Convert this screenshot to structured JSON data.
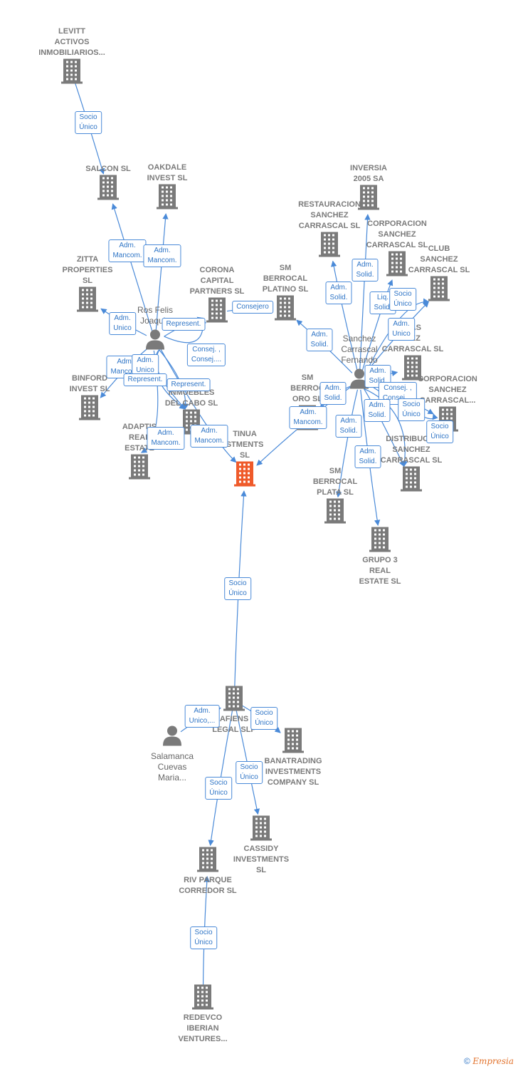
{
  "nodes": [
    {
      "id": "levitt",
      "label": "LEVITT\nACTIVOS\nINMOBILIARIOS...",
      "type": "company"
    },
    {
      "id": "salcon",
      "label": "SALCON  SL",
      "type": "company"
    },
    {
      "id": "oakdale",
      "label": "OAKDALE\nINVEST  SL",
      "type": "company"
    },
    {
      "id": "zitta",
      "label": "ZITTA\nPROPERTIES\nSL",
      "type": "company"
    },
    {
      "id": "ros",
      "label": "Ros Felis\nJoaquin",
      "type": "person"
    },
    {
      "id": "corona",
      "label": "CORONA\nCAPITAL\nPARTNERS SL",
      "type": "company"
    },
    {
      "id": "smplatino",
      "label": "SM\nBERROCAL\nPLATINO SL",
      "type": "company"
    },
    {
      "id": "inversia",
      "label": "INVERSIA\n2005 SA",
      "type": "company"
    },
    {
      "id": "restauracion",
      "label": "RESTAURACION\nSANCHEZ\nCARRASCAL SL",
      "type": "company"
    },
    {
      "id": "corporacion1",
      "label": "CORPORACION\nSANCHEZ\nCARRASCAL SL",
      "type": "company"
    },
    {
      "id": "club",
      "label": "CLUB\nSANCHEZ\nCARRASCAL SL",
      "type": "company"
    },
    {
      "id": "sanchez",
      "label": "Sanchez\nCarrascal\nFernando",
      "type": "person"
    },
    {
      "id": "bodegas",
      "label": "GAS\nHEZ\nCARRASCAL SL",
      "type": "company"
    },
    {
      "id": "corporacion2",
      "label": "CORPORACION\nSANCHEZ\nCARRASCAL...",
      "type": "company"
    },
    {
      "id": "binford",
      "label": "BINFORD\nINVEST  SL",
      "type": "company"
    },
    {
      "id": "inmuebles",
      "label": "INMUEBLES\nDEL CABO SL",
      "type": "company"
    },
    {
      "id": "adaptis",
      "label": "ADAPTIS\nREAL\nESTATE",
      "type": "company"
    },
    {
      "id": "continua",
      "label": "TINUA\nSTMENTS\nSL",
      "type": "focal"
    },
    {
      "id": "smoro",
      "label": "SM\nBERROC\nORO SL",
      "type": "company"
    },
    {
      "id": "distribucion",
      "label": "DISTRIBUCIO\nSANCHEZ\nCARRASCAL SL",
      "type": "company"
    },
    {
      "id": "smplata",
      "label": "SM\nBERROCAL\nPLATA SL",
      "type": "company"
    },
    {
      "id": "grupo3",
      "label": "GRUPO 3\nREAL\nESTATE  SL",
      "type": "company"
    },
    {
      "id": "afiens",
      "label": "AFIENS\nLEGAL  SLP",
      "type": "company"
    },
    {
      "id": "salamanca",
      "label": "Salamanca\nCuevas\nMaria...",
      "type": "person"
    },
    {
      "id": "banatrading",
      "label": "BANATRADING\nINVESTMENTS\nCOMPANY  SL",
      "type": "company"
    },
    {
      "id": "cassidy",
      "label": "CASSIDY\nINVESTMENTS\nSL",
      "type": "company"
    },
    {
      "id": "riv",
      "label": "RIV PARQUE\nCORREDOR  SL",
      "type": "company"
    },
    {
      "id": "redevco",
      "label": "REDEVCO\nIBERIAN\nVENTURES...",
      "type": "company"
    }
  ],
  "edges": [
    {
      "from": "levitt",
      "to": "salcon",
      "label": "Socio\nÚnico"
    },
    {
      "from": "ros",
      "to": "salcon",
      "label": "Adm.\nMancom."
    },
    {
      "from": "ros",
      "to": "oakdale",
      "label": "Adm.\nMancom."
    },
    {
      "from": "ros",
      "to": "zitta",
      "label": "Adm.\nUnico"
    },
    {
      "from": "ros",
      "to": "corona",
      "label": "Represent."
    },
    {
      "from": "ros",
      "to": "corona",
      "label": "Consej. ,\nConsej...."
    },
    {
      "from": "ros",
      "to": "binford",
      "label": "Adm.\nMancom."
    },
    {
      "from": "ros",
      "to": "inmuebles",
      "label": "Adm.\nUnico"
    },
    {
      "from": "ros",
      "to": "inmuebles",
      "label": "Represent."
    },
    {
      "from": "ros",
      "to": "inmuebles",
      "label": "Represent."
    },
    {
      "from": "ros",
      "to": "adaptis",
      "label": "Adm.\nMancom."
    },
    {
      "from": "ros",
      "to": "continua",
      "label": "Adm.\nMancom."
    },
    {
      "from": "corona",
      "to": "smplatino",
      "label": "Consejero"
    },
    {
      "from": "sanchez",
      "to": "smplatino",
      "label": "Adm.\nSolid."
    },
    {
      "from": "sanchez",
      "to": "restauracion",
      "label": "Adm.\nSolid."
    },
    {
      "from": "sanchez",
      "to": "inversia",
      "label": "Adm.\nSolid."
    },
    {
      "from": "sanchez",
      "to": "corporacion1",
      "label": "Liq.\nSolid."
    },
    {
      "from": "sanchez",
      "to": "club",
      "label": "Socio\nÚnico"
    },
    {
      "from": "sanchez",
      "to": "club",
      "label": "Adm.\nUnico"
    },
    {
      "from": "sanchez",
      "to": "smoro",
      "label": "Adm.\nSolid."
    },
    {
      "from": "sanchez",
      "to": "bodegas",
      "label": "Adm.\nSolid."
    },
    {
      "from": "sanchez",
      "to": "corporacion2",
      "label": "Consej. ,\nConsej...."
    },
    {
      "from": "sanchez",
      "to": "distribucion",
      "label": "Adm.\nSolid."
    },
    {
      "from": "sanchez",
      "to": "distribucion",
      "label": "Socio\nÚnico"
    },
    {
      "from": "sanchez",
      "to": "corporacion2",
      "label": "Socio\nÚnico"
    },
    {
      "from": "sanchez",
      "to": "continua",
      "label": "Adm.\nMancom."
    },
    {
      "from": "sanchez",
      "to": "smplata",
      "label": "Adm.\nSolid."
    },
    {
      "from": "sanchez",
      "to": "grupo3",
      "label": "Adm.\nSolid."
    },
    {
      "from": "afiens",
      "to": "continua",
      "label": "Socio\nÚnico"
    },
    {
      "from": "salamanca",
      "to": "afiens",
      "label": "Adm.\nUnico,..."
    },
    {
      "from": "afiens",
      "to": "banatrading",
      "label": "Socio\nÚnico"
    },
    {
      "from": "afiens",
      "to": "cassidy",
      "label": "Socio\nÚnico"
    },
    {
      "from": "afiens",
      "to": "riv",
      "label": "Socio\nÚnico"
    },
    {
      "from": "redevco",
      "to": "riv",
      "label": "Socio\nÚnico"
    }
  ],
  "colors": {
    "edge": "#4a8ad8",
    "building": "#7a7a7a",
    "focal": "#ef5a2a",
    "person": "#7a7a7a"
  },
  "footer": {
    "copyright": "©",
    "brand": "Empresia"
  }
}
